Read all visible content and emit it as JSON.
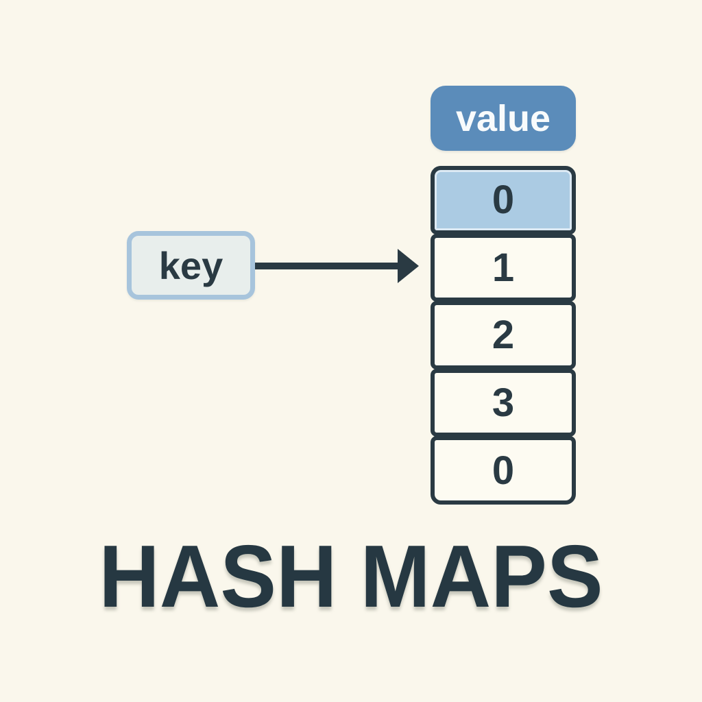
{
  "title": "HASH MAPS",
  "diagram": {
    "key": {
      "label": "key"
    },
    "value_header": {
      "label": "value"
    },
    "buckets": {
      "cells": [
        {
          "value": "0",
          "highlighted": true
        },
        {
          "value": "1",
          "highlighted": false
        },
        {
          "value": "2",
          "highlighted": false
        },
        {
          "value": "3",
          "highlighted": false
        },
        {
          "value": "0",
          "highlighted": false
        }
      ],
      "highlighted_index": 0
    },
    "arrow": {
      "from": "key",
      "to": "bucket-array",
      "direction": "right"
    }
  },
  "colors": {
    "background": "#faf7ec",
    "ink": "#2a3a43",
    "title_ink": "#263842",
    "value_badge": "#5b8cba",
    "highlighted_cell": "#abcbe3",
    "cell_fill": "#fdfbf2",
    "key_fill": "#e8eeec",
    "key_border": "#a7c4dc"
  }
}
